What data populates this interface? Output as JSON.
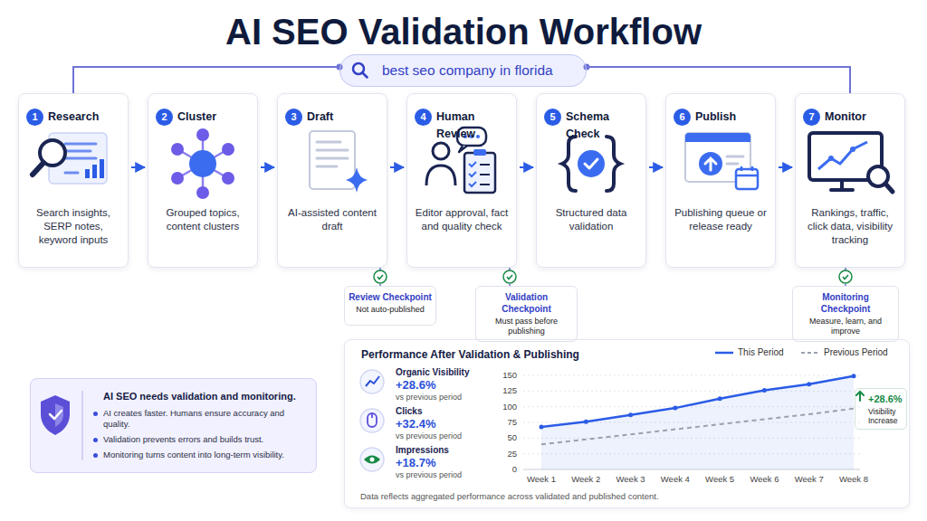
{
  "diagram": {
    "title": "AI SEO Validation Workflow",
    "nodes": [
      {
        "text": [
          "best seo company in florida"
        ]
      },
      {
        "text": [
          "1",
          "Research",
          "Search insights, SERP notes, keyword inputs"
        ]
      },
      {
        "text": [
          "2",
          "Cluster",
          "Grouped topics, content clusters"
        ]
      },
      {
        "text": [
          "3",
          "Draft",
          "AI-assisted content draft"
        ]
      },
      {
        "text": [
          "4",
          "Human Review",
          "Editor approval, fact and quality check"
        ]
      },
      {
        "text": [
          "5",
          "Schema Check",
          "Structured data validation"
        ]
      },
      {
        "text": [
          "6",
          "Publish",
          "Publishing queue or release ready"
        ]
      },
      {
        "text": [
          "7",
          "Monitor",
          "Rankings, traffic, click data, visibility tracking"
        ]
      },
      {
        "text": [
          "Review Checkpoint",
          "Not auto-published"
        ]
      },
      {
        "text": [
          "Validation Checkpoint",
          "Must pass before publishing"
        ]
      },
      {
        "text": [
          "Monitoring Checkpoint",
          "Measure, learn, and improve"
        ]
      },
      {
        "text": [
          "AI SEO needs validation and monitoring.",
          "AI creates faster. Humans ensure accuracy and quality.",
          "Validation prevents errors and builds trust.",
          "Monitoring turns content into long-term visibility."
        ]
      },
      {
        "text": [
          "Performance After Validation & Publishing"
        ]
      },
      {
        "text": [
          "+28.6%",
          "Visibility Increase"
        ],
        "in": 12
      }
    ],
    "edges": [
      {
        "from": 0,
        "to": 1,
        "arrow": "none"
      },
      {
        "from": 0,
        "to": 7,
        "arrow": "none"
      },
      {
        "from": 1,
        "to": 2,
        "arrow": "to"
      },
      {
        "from": 2,
        "to": 3,
        "arrow": "to"
      },
      {
        "from": 3,
        "to": 4,
        "arrow": "to"
      },
      {
        "from": 4,
        "to": 5,
        "arrow": "to"
      },
      {
        "from": 5,
        "to": 6,
        "arrow": "to"
      },
      {
        "from": 6,
        "to": 7,
        "arrow": "to"
      },
      {
        "from": 3,
        "to": 8,
        "arrow": "none"
      },
      {
        "from": 4,
        "to": 9,
        "arrow": "none"
      },
      {
        "from": 7,
        "to": 10,
        "arrow": "none"
      }
    ],
    "labels": [
      "Organic Visibility",
      "+28.6%",
      "vs previous period",
      "Clicks",
      "+32.4%",
      "vs previous period",
      "Impressions",
      "+18.7%",
      "vs previous period",
      "150",
      "125",
      "100",
      "75",
      "50",
      "25",
      "0",
      "Week 1",
      "Week 2",
      "Week 3",
      "Week 4",
      "Week 5",
      "Week 6",
      "Week 7",
      "Week 8",
      "Data reflects aggregated performance across validated and published content."
    ],
    "legend": [
      {
        "text": "This Period"
      },
      {
        "text": "Previous Period"
      }
    ]
  }
}
